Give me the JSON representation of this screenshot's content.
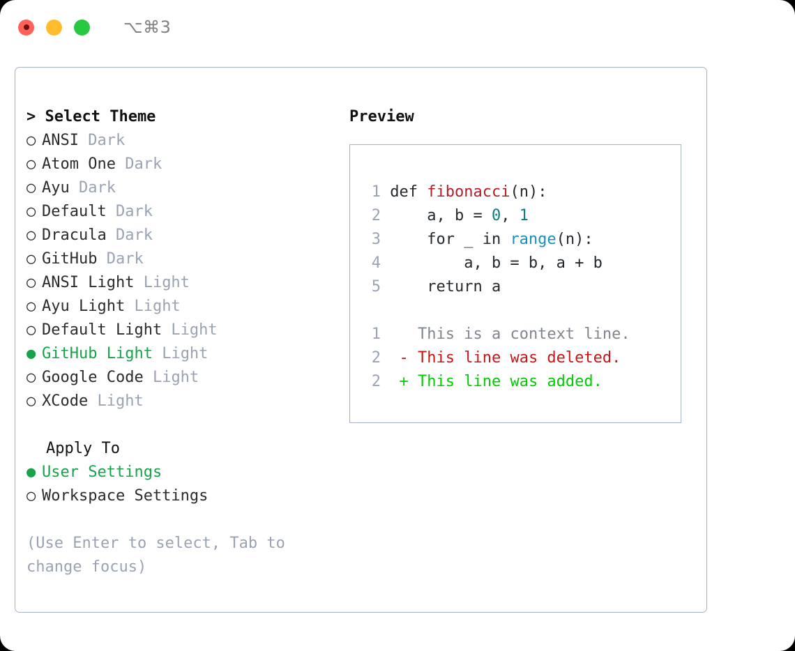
{
  "titlebar": {
    "shortcut": "⌥⌘3",
    "lights": [
      "close-red",
      "minimize-yellow",
      "maximize-green"
    ]
  },
  "theme_panel": {
    "header": "> Select Theme",
    "bullet_off": "○",
    "bullet_on": "●",
    "items": [
      {
        "name": "ANSI",
        "variant": "Dark",
        "selected": false
      },
      {
        "name": "Atom One",
        "variant": "Dark",
        "selected": false
      },
      {
        "name": "Ayu",
        "variant": "Dark",
        "selected": false
      },
      {
        "name": "Default",
        "variant": "Dark",
        "selected": false
      },
      {
        "name": "Dracula",
        "variant": "Dark",
        "selected": false
      },
      {
        "name": "GitHub",
        "variant": "Dark",
        "selected": false
      },
      {
        "name": "ANSI Light",
        "variant": "Light",
        "selected": false
      },
      {
        "name": "Ayu Light",
        "variant": "Light",
        "selected": false
      },
      {
        "name": "Default Light",
        "variant": "Light",
        "selected": false
      },
      {
        "name": "GitHub Light",
        "variant": "Light",
        "selected": true
      },
      {
        "name": "Google Code",
        "variant": "Light",
        "selected": false
      },
      {
        "name": "XCode",
        "variant": "Light",
        "selected": false
      }
    ]
  },
  "apply_to": {
    "header": "Apply To",
    "options": [
      {
        "name": "User Settings",
        "selected": true
      },
      {
        "name": "Workspace Settings",
        "selected": false
      }
    ]
  },
  "hint": "(Use Enter to select, Tab to change focus)",
  "preview": {
    "header": "Preview",
    "code_lines": [
      {
        "n": "1",
        "tokens": [
          {
            "t": "def ",
            "c": "plain"
          },
          {
            "t": "fibonacci",
            "c": "func"
          },
          {
            "t": "(n):",
            "c": "plain"
          }
        ]
      },
      {
        "n": "2",
        "tokens": [
          {
            "t": "    a, b = ",
            "c": "plain"
          },
          {
            "t": "0",
            "c": "num"
          },
          {
            "t": ", ",
            "c": "plain"
          },
          {
            "t": "1",
            "c": "num"
          }
        ]
      },
      {
        "n": "3",
        "tokens": [
          {
            "t": "    for _ in ",
            "c": "plain"
          },
          {
            "t": "range",
            "c": "call"
          },
          {
            "t": "(n):",
            "c": "plain"
          }
        ]
      },
      {
        "n": "4",
        "tokens": [
          {
            "t": "        a, b = b, a + b",
            "c": "plain"
          }
        ]
      },
      {
        "n": "5",
        "tokens": [
          {
            "t": "    return a",
            "c": "plain"
          }
        ]
      }
    ],
    "diff_lines": [
      {
        "n": "1",
        "marker": "  ",
        "text": "This is a context line.",
        "kind": "ctx"
      },
      {
        "n": "2",
        "marker": "- ",
        "text": "This line was deleted.",
        "kind": "del"
      },
      {
        "n": "2",
        "marker": "+ ",
        "text": "This line was added.",
        "kind": "add"
      }
    ]
  },
  "colors": {
    "accent_green": "#16a34a",
    "diff_added": "#00cc00",
    "diff_deleted": "#cc1414",
    "func_red": "#b31d28",
    "number_teal": "#0f7b7b",
    "call_blue": "#1790b8",
    "muted": "#9aa3b2",
    "border": "#aab2c0"
  }
}
